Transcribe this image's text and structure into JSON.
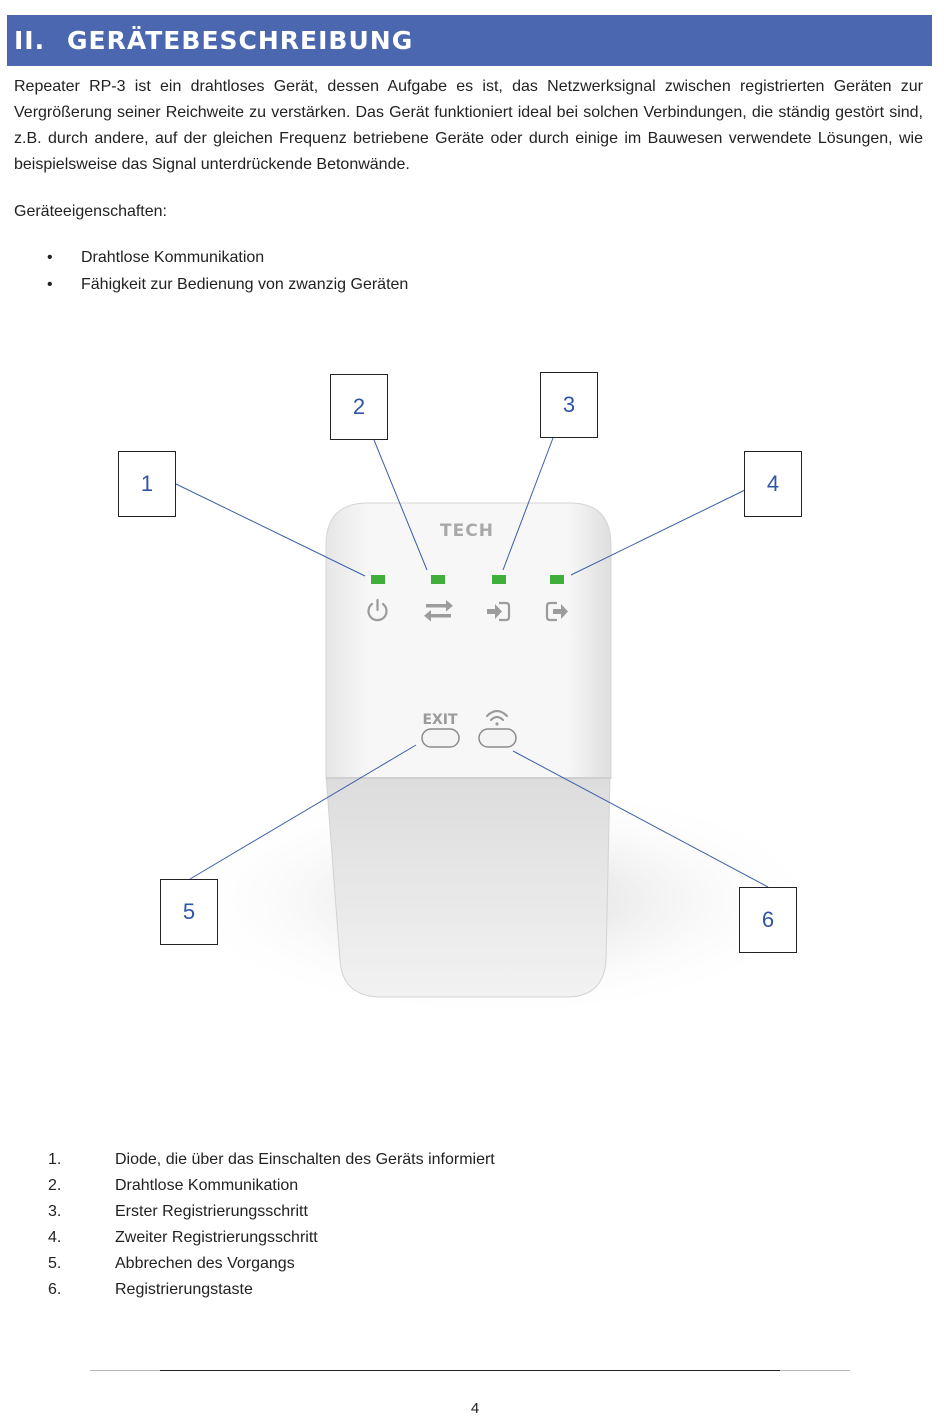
{
  "header": {
    "number": "II.",
    "title": "GERÄTEBESCHREIBUNG"
  },
  "intro": "Repeater RP-3 ist ein drahtloses Gerät, dessen Aufgabe es ist, das Netzwerksignal zwischen registrierten Geräten zur Vergrößerung seiner Reichweite zu verstärken. Das Gerät funktioniert ideal bei solchen Verbindungen, die ständig gestört sind, z.B. durch andere, auf der gleichen Frequenz betriebene Geräte oder durch einige im Bauwesen verwendete Lösungen, wie beispielsweise das Signal unterdrückende Betonwände.",
  "properties_label": "Geräteeigenschaften:",
  "properties": [
    "Drahtlose Kommunikation",
    "Fähigkeit zur Bedienung von zwanzig Geräten"
  ],
  "device": {
    "logo": "TECH",
    "exit_label": "EXIT",
    "icons": [
      "power-icon",
      "transfer-arrows-icon",
      "login-icon",
      "logout-icon",
      "wifi-icon"
    ],
    "led_color": "#3fae3a"
  },
  "callouts": [
    "1",
    "2",
    "3",
    "4",
    "5",
    "6"
  ],
  "legend": [
    {
      "n": "1.",
      "text": "Diode, die über das Einschalten des Geräts informiert"
    },
    {
      "n": "2.",
      "text": "Drahtlose Kommunikation"
    },
    {
      "n": "3.",
      "text": "Erster Registrierungsschritt"
    },
    {
      "n": "4.",
      "text": "Zweiter Registrierungsschritt"
    },
    {
      "n": "5.",
      "text": "Abbrechen des Vorgangs"
    },
    {
      "n": "6.",
      "text": "Registrierungstaste"
    }
  ],
  "page_number": "4"
}
